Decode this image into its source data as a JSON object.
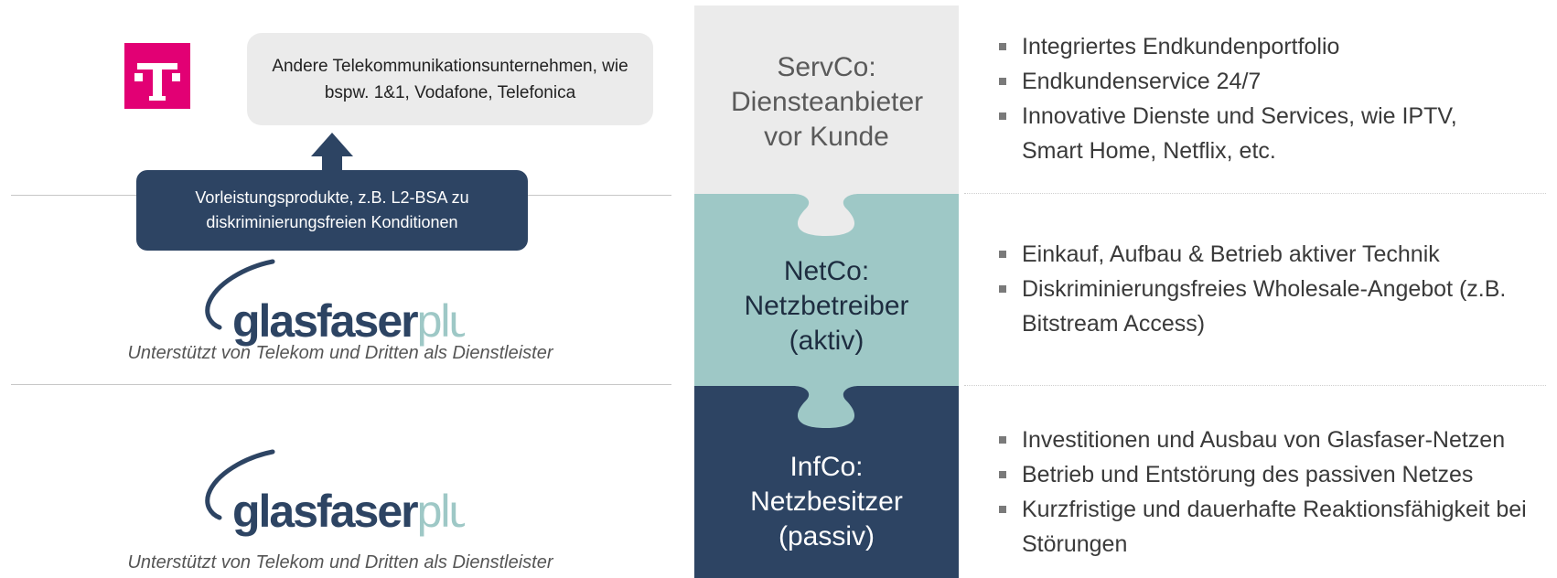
{
  "left": {
    "telekom_logo_letter": "T",
    "other_providers_text": "Andere Telekommunikationsunternehmen, wie bspw. 1&1, Vodafone, Telefonica",
    "wholesale_text": "Vorleistungsprodukte, z.B. L2-BSA zu diskriminierungsfreien Konditionen",
    "logo_text_dark": "glasfaser",
    "logo_text_light": "plus",
    "caption": "Unterstützt von Telekom und Dritten als Dienstleister"
  },
  "layers": [
    {
      "title": "ServCo: Diensteanbieter vor Kunde",
      "bullets": [
        "Integriertes Endkundenportfolio",
        "Endkundenservice 24/7",
        "Innovative Dienste und Services, wie IPTV, Smart Home, Netflix, etc."
      ]
    },
    {
      "title": "NetCo: Netzbetreiber (aktiv)",
      "bullets": [
        "Einkauf, Aufbau & Betrieb aktiver Technik",
        "Diskriminierungsfreies Wholesale-Angebot (z.B. Bitstream Access)"
      ]
    },
    {
      "title": "InfCo: Netzbesitzer (passiv)",
      "bullets": [
        "Investitionen und Ausbau von Glasfaser-Netzen",
        "Betrieb und Entstörung des passiven Netzes",
        "Kurzfristige und dauerhafte Reaktionsfähigkeit bei Störungen"
      ]
    }
  ],
  "colors": {
    "telekom_magenta": "#e20074",
    "navy": "#2d4463",
    "teal": "#9ec8c6",
    "light_grey": "#ebebeb"
  }
}
